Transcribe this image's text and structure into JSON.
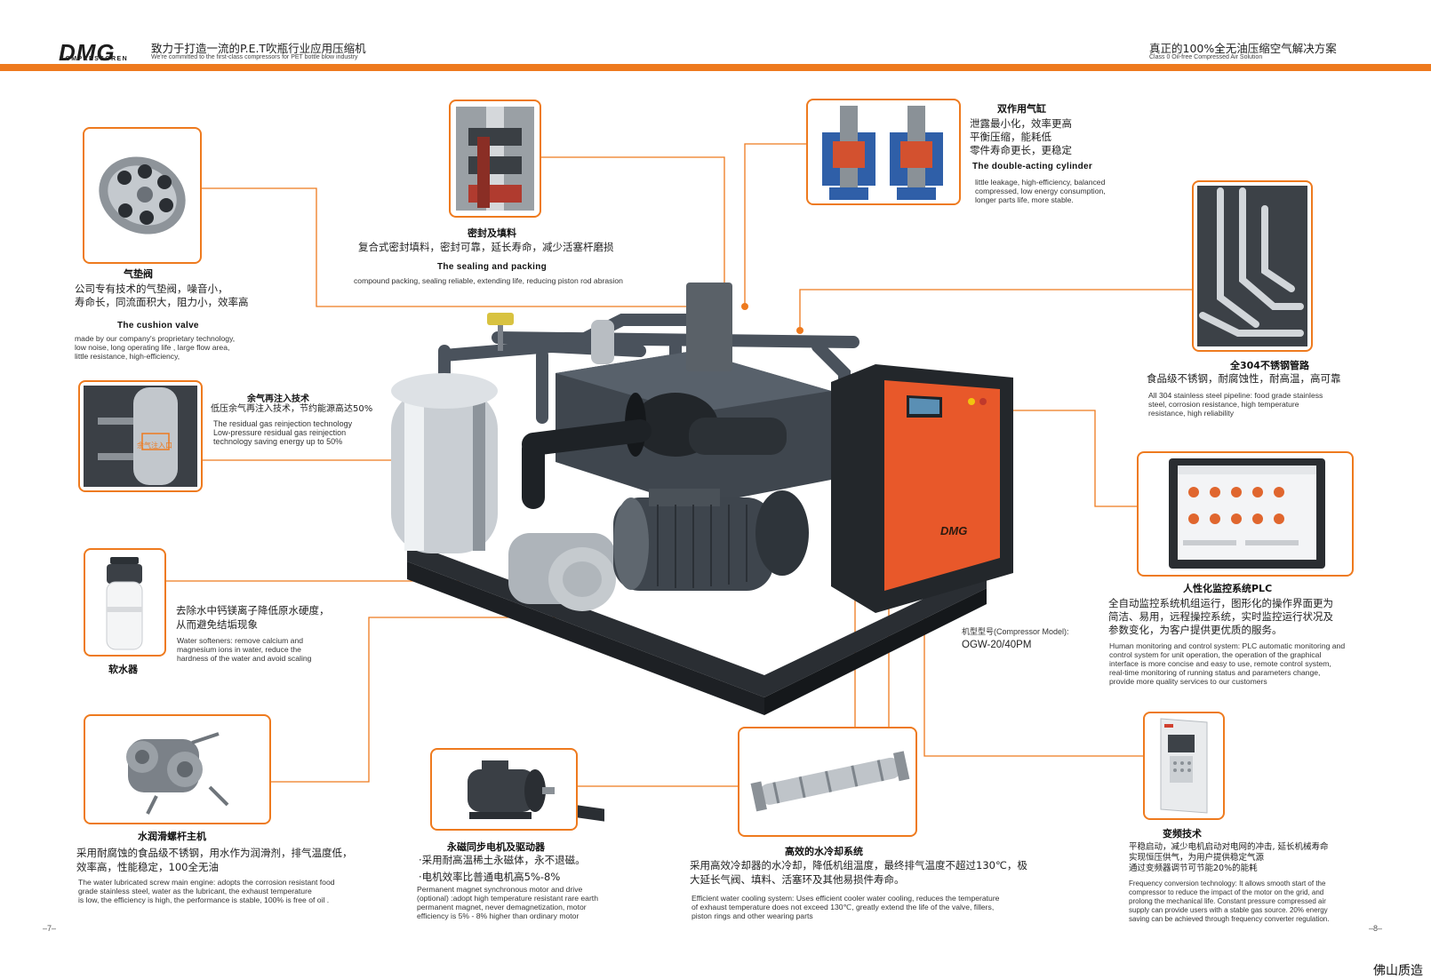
{
  "header": {
    "logo": "DMG",
    "logo_sub": "KOMPRESSOREN",
    "left_title_zh": "致力于打造一流的P.E.T吹瓶行业应用压缩机",
    "left_title_en": "We're committed to the first-class compressors for PET bottle blow industry",
    "right_title_zh": "真正的100%全无油压缩空气解决方案",
    "right_title_en": "Class 0 Oil-free Compressed Air Solution"
  },
  "features": {
    "cushion_valve": {
      "title_zh": "气垫阀",
      "desc_zh_1": "公司专有技术的气垫阀，噪音小，",
      "desc_zh_2": "寿命长，同流面积大，阻力小，效率高",
      "title_en": "The cushion valve",
      "desc_en_1": "made by our company's proprietary technology,",
      "desc_en_2": "low noise, long operating life , large flow area,",
      "desc_en_3": "little resistance, high-efficiency,"
    },
    "sealing": {
      "title_zh": "密封及填料",
      "desc_zh": "复合式密封填料，密封可靠，延长寿命，减少活塞杆磨损",
      "title_en": "The sealing and packing",
      "desc_en": "compound packing, sealing reliable, extending life, reducing piston rod abrasion"
    },
    "cylinder": {
      "title_zh": "双作用气缸",
      "desc_zh_1": "泄露最小化，效率更高",
      "desc_zh_2": "平衡压缩，能耗低",
      "desc_zh_3": "零件寿命更长，更稳定",
      "title_en": "The double-acting cylinder",
      "desc_en_1": "little leakage, high-efficiency, balanced",
      "desc_en_2": "compressed, low energy consumption,",
      "desc_en_3": "longer parts life, more stable."
    },
    "residual_gas": {
      "title_zh": "余气再注入技术",
      "desc_zh": "低压余气再注入技术，节约能源高达50%",
      "image_label": "余气注入口",
      "desc_en_1": "The residual gas reinjection technology",
      "desc_en_2": "Low-pressure residual gas reinjection",
      "desc_en_3": "technology saving energy up to 50%"
    },
    "pipeline": {
      "title_zh": "全304不锈钢管路",
      "desc_zh": "食品级不锈钢，耐腐蚀性，耐高温，高可靠",
      "desc_en_1": "All 304 stainless steel pipeline:  food grade stainless",
      "desc_en_2": "steel, corrosion resistance, high temperature",
      "desc_en_3": "resistance, high reliability"
    },
    "plc": {
      "title_zh": "人性化监控系统PLC",
      "desc_zh_1": "全自动监控系统机组运行，图形化的操作界面更为",
      "desc_zh_2": "简洁、易用，远程操控系统，实时监控运行状况及",
      "desc_zh_3": "参数变化，为客户提供更优质的服务。",
      "desc_en_1": "Human monitoring and control system:  PLC automatic monitoring and",
      "desc_en_2": "control system for unit operation, the operation of the  graphical",
      "desc_en_3": "interface is more concise and easy to use, remote control system,",
      "desc_en_4": "real-time monitoring of running status and parameters change,",
      "desc_en_5": "provide more quality services to our customers"
    },
    "softener": {
      "title_zh": "软水器",
      "desc_zh_1": "去除水中钙镁离子降低原水硬度，",
      "desc_zh_2": "从而避免结垢现象",
      "desc_en_1": "Water softeners:  remove calcium and",
      "desc_en_2": "magnesium ions in water, reduce the",
      "desc_en_3": "hardness of the water and avoid scaling"
    },
    "model": {
      "label": "机型型号(Compressor Model):",
      "value": "OGW-20/40PM"
    },
    "screw": {
      "title_zh": "水润滑螺杆主机",
      "desc_zh_1": "采用耐腐蚀的食品级不锈钢，用水作为润滑剂，排气温度低，",
      "desc_zh_2": "效率高，性能稳定，100全无油",
      "desc_en_1": "The water lubricated screw main engine: adopts the corrosion resistant food",
      "desc_en_2": "grade stainless steel, water as the lubricant, the exhaust temperature",
      "desc_en_3": " is low, the efficiency is high, the performance is stable, 100% is free of oil ."
    },
    "motor": {
      "title_zh": "永磁同步电机及驱动器",
      "desc_zh_1": "·采用耐高温稀土永磁体，永不退磁。",
      "desc_zh_2": "·电机效率比普通电机高5%-8%",
      "desc_en_1": "Permanent magnet synchronous motor and drive",
      "desc_en_2": "(optional) :adopt high temperature resistant rare earth",
      "desc_en_3": " permanent magnet, never demagnetization, motor",
      "desc_en_4": "efficiency is 5% - 8% higher than ordinary motor"
    },
    "cooling": {
      "title_zh": "高效的水冷却系统",
      "desc_zh_1": "采用高效冷却器的水冷却，降低机组温度，最终排气温度不超过130℃，极",
      "desc_zh_2": "大延长气阀、填料、活塞环及其他易损件寿命。",
      "desc_en_1": "Efficient water cooling system:   Uses efficient cooler water cooling, reduces the temperature",
      "desc_en_2": " of exhaust temperature does not exceed 130℃, greatly extend the life of the valve, fillers,",
      "desc_en_3": "piston rings and other wearing parts"
    },
    "inverter": {
      "title_zh": "变频技术",
      "desc_zh_1": "平稳启动，减少电机启动对电网的冲击, 延长机械寿命",
      "desc_zh_2": "实现恒压供气，为用户提供稳定气源",
      "desc_zh_3": "通过变频器调节可节能20%的能耗",
      "desc_en_1": "Frequency conversion technology: It allows smooth start of the",
      "desc_en_2": "compressor to reduce the impact of the motor on the grid, and",
      "desc_en_3": "prolong the mechanical life. Constant pressure compressed air",
      "desc_en_4": "supply can provide users with a stable gas source. 20% energy",
      "desc_en_5": "saving can be achieved through frequency converter regulation."
    }
  },
  "cabinet_logo": "DMG",
  "page_left": "–7–",
  "page_right": "–8–",
  "watermark": "佛山质造",
  "colors": {
    "accent": "#ee7a1e",
    "cabinet": "#e8582a",
    "machine": "#3a4048"
  }
}
